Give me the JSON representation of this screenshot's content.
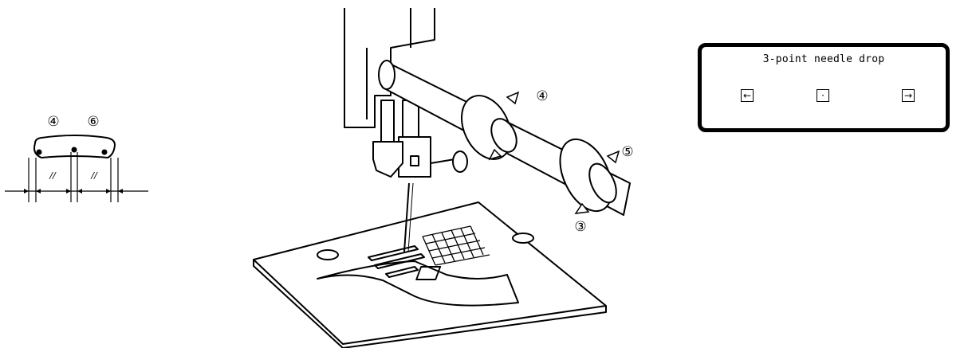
{
  "left_diagram": {
    "markers": [
      "④",
      "⑥"
    ],
    "hash_marks": [
      "//",
      "//"
    ]
  },
  "machine": {
    "callouts": [
      "④",
      "⑤",
      "③"
    ]
  },
  "lcd": {
    "title": "3-point needle drop",
    "left_key": "←",
    "center_key": "·",
    "right_key": "→"
  }
}
